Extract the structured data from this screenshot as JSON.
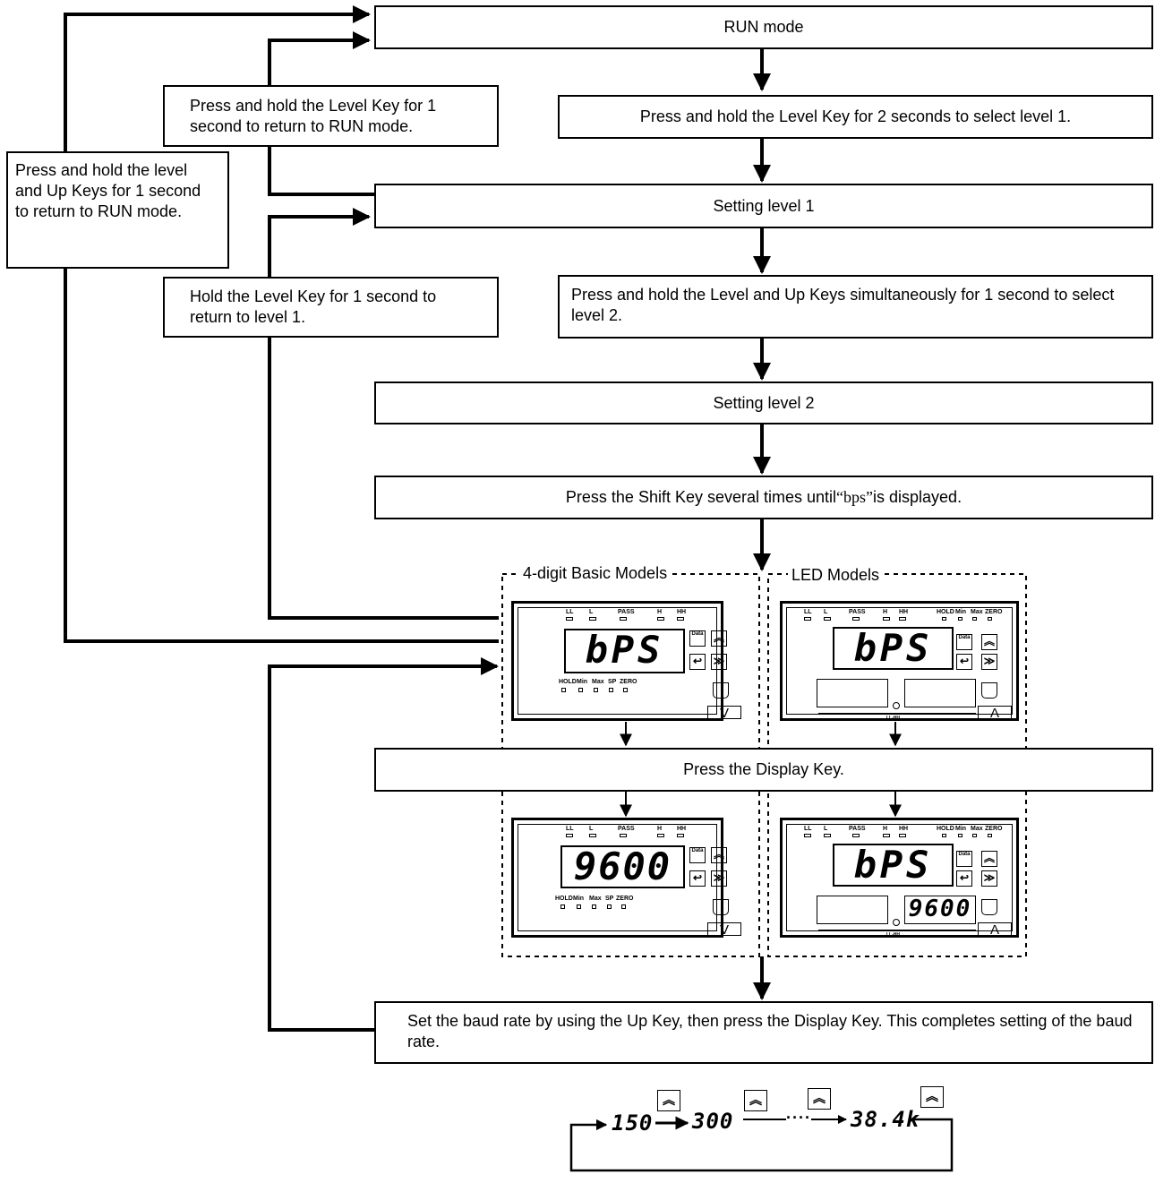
{
  "steps": {
    "run_mode": "RUN mode",
    "select_level1": "Press and hold the Level Key for 2 seconds to select level 1.",
    "setting_level1": "Setting level 1",
    "select_level2": "Press and hold the Level and Up Keys simultaneously for 1 second to select level 2.",
    "setting_level2": "Setting level 2",
    "shift_key_pre": "Press the Shift Key several times until ",
    "shift_key_code": "“bps”",
    "shift_key_post": " is displayed.",
    "display_key": "Press the Display Key.",
    "set_baud": "Set the baud rate by using the Up Key, then press the Display Key. This completes setting of the baud rate."
  },
  "returns": {
    "return_run_1s": "Press and hold the Level Key for 1 second to return to RUN mode.",
    "return_level1": "Hold the Level Key for 1 second to return to level 1.",
    "return_run_level_up": "Press and hold the level and Up Keys for 1 second to return to RUN mode."
  },
  "groups": {
    "basic": "4-digit Basic Models",
    "led": "LED Models"
  },
  "meters": {
    "bps": "bPS",
    "baud_9600": "9600",
    "unit_v": "V",
    "unit_a": "A",
    "top_leds": [
      "LL",
      "L",
      "PASS",
      "H",
      "HH"
    ],
    "led_top_right": [
      "HOLD",
      "Min",
      "Max",
      "ZERO"
    ],
    "basic_bottom": [
      "HOLD",
      "Min",
      "Max",
      "SP",
      "ZERO"
    ],
    "data_key": "Data",
    "bar_label": "LL-HH"
  },
  "sequence": {
    "values": [
      "150",
      "300",
      "38.4k"
    ],
    "ellipsis": "····"
  },
  "icons": {
    "up_key": "up-key-icon",
    "shift_key": "shift-key-icon",
    "display_key": "display-key-icon",
    "level_key": "level-key-icon"
  }
}
